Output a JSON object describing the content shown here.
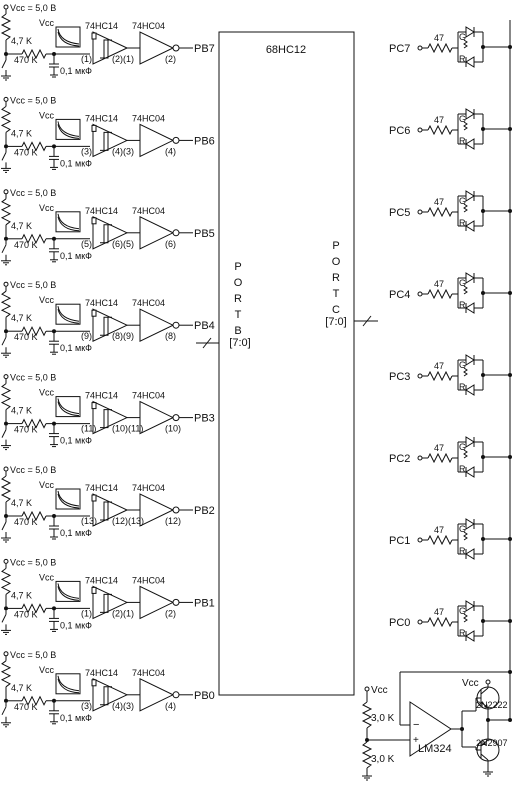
{
  "mcu": {
    "name": "68HC12",
    "portb_letters": [
      "P",
      "O",
      "R",
      "T",
      "B"
    ],
    "portb_bus": "[7:0]",
    "portc_letters": [
      "P",
      "O",
      "R",
      "T",
      "C"
    ],
    "portc_bus": "[7:0]"
  },
  "input_channels": [
    {
      "supply": "Vcc = 5,0 В",
      "pullup": "4,7 K",
      "vcc_label": "Vcc",
      "series_r": "470 K",
      "cap": "0,1 мкФ",
      "schmitt_chip": "74HC14",
      "inverter_chip": "74HC04",
      "pin_a": "(1)",
      "pin_b": "(2)(1)",
      "pin_c": "(2)",
      "port": "PB7"
    },
    {
      "supply": "Vcc = 5,0 В",
      "pullup": "4,7 K",
      "vcc_label": "Vcc",
      "series_r": "470 K",
      "cap": "0,1 мкФ",
      "schmitt_chip": "74HC14",
      "inverter_chip": "74HC04",
      "pin_a": "(3)",
      "pin_b": "(4)(3)",
      "pin_c": "(4)",
      "port": "PB6"
    },
    {
      "supply": "Vcc = 5,0 В",
      "pullup": "4,7 K",
      "vcc_label": "Vcc",
      "series_r": "470 K",
      "cap": "0,1 мкФ",
      "schmitt_chip": "74HC14",
      "inverter_chip": "74HC04",
      "pin_a": "(5)",
      "pin_b": "(6)(5)",
      "pin_c": "(6)",
      "port": "PB5"
    },
    {
      "supply": "Vcc = 5,0 В",
      "pullup": "4,7 K",
      "vcc_label": "Vcc",
      "series_r": "470 K",
      "cap": "0,1 мкФ",
      "schmitt_chip": "74HC14",
      "inverter_chip": "74HC04",
      "pin_a": "(9)",
      "pin_b": "(8)(9)",
      "pin_c": "(8)",
      "port": "PB4"
    },
    {
      "supply": "Vcc = 5,0 В",
      "pullup": "4,7 K",
      "vcc_label": "Vcc",
      "series_r": "470 K",
      "cap": "0,1 мкФ",
      "schmitt_chip": "74HC14",
      "inverter_chip": "74HC04",
      "pin_a": "(11)",
      "pin_b": "(10)(11)",
      "pin_c": "(10)",
      "port": "PB3"
    },
    {
      "supply": "Vcc = 5,0 В",
      "pullup": "4,7 K",
      "vcc_label": "Vcc",
      "series_r": "470 K",
      "cap": "0,1 мкФ",
      "schmitt_chip": "74HC14",
      "inverter_chip": "74HC04",
      "pin_a": "(13)",
      "pin_b": "(12)(13)",
      "pin_c": "(12)",
      "port": "PB2"
    },
    {
      "supply": "Vcc = 5,0 В",
      "pullup": "4,7 K",
      "vcc_label": "Vcc",
      "series_r": "470 K",
      "cap": "0,1 мкФ",
      "schmitt_chip": "74HC14",
      "inverter_chip": "74HC04",
      "pin_a": "(1)",
      "pin_b": "(2)(1)",
      "pin_c": "(2)",
      "port": "PB1"
    },
    {
      "supply": "Vcc = 5,0 В",
      "pullup": "4,7 K",
      "vcc_label": "Vcc",
      "series_r": "470 K",
      "cap": "0,1 мкФ",
      "schmitt_chip": "74HC14",
      "inverter_chip": "74HC04",
      "pin_a": "(3)",
      "pin_b": "(4)(3)",
      "pin_c": "(4)",
      "port": "PB0"
    }
  ],
  "output_channels": [
    {
      "port": "PC7",
      "resistor": "47",
      "led_g": "G",
      "led_r": "R"
    },
    {
      "port": "PC6",
      "resistor": "47",
      "led_g": "G",
      "led_r": "R"
    },
    {
      "port": "PC5",
      "resistor": "47",
      "led_g": "G",
      "led_r": "R"
    },
    {
      "port": "PC4",
      "resistor": "47",
      "led_g": "G",
      "led_r": "R"
    },
    {
      "port": "PC3",
      "resistor": "47",
      "led_g": "G",
      "led_r": "R"
    },
    {
      "port": "PC2",
      "resistor": "47",
      "led_g": "G",
      "led_r": "R"
    },
    {
      "port": "PC1",
      "resistor": "47",
      "led_g": "G",
      "led_r": "R"
    },
    {
      "port": "PC0",
      "resistor": "47",
      "led_g": "G",
      "led_r": "R"
    }
  ],
  "driver": {
    "vcc_left": "Vcc",
    "vcc_right": "Vcc",
    "r_top": "3,0 K",
    "r_bottom": "3,0 K",
    "opamp": "LM324",
    "npn": "2N2222",
    "pnp": "2N2907",
    "minus_sign": "−",
    "plus_sign": "+"
  }
}
